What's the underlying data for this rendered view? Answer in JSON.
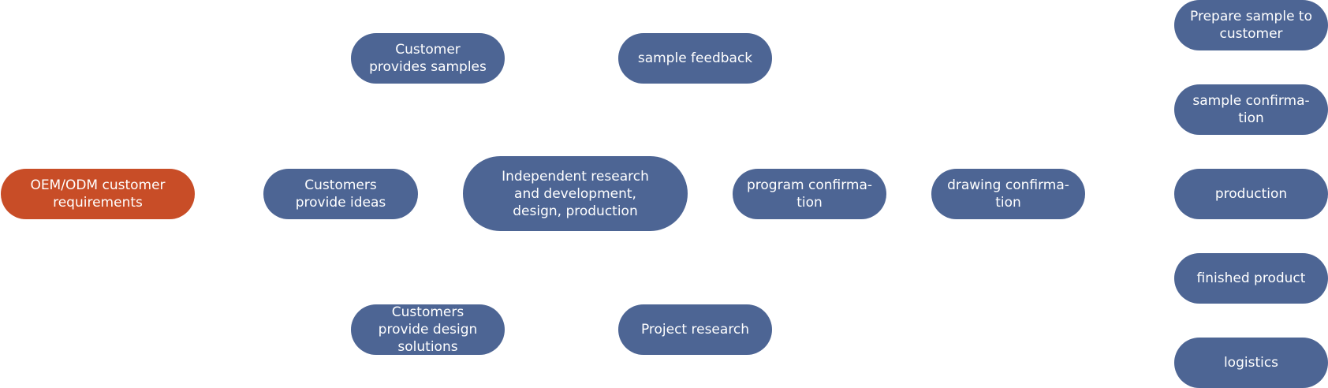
{
  "colors": {
    "node": "#4d6594",
    "accent": "#c84d27",
    "text": "#ffffff",
    "background": "#ffffff"
  },
  "nodes": {
    "oem_odm": "OEM/ODM customer requirements",
    "customer_samples": "Customer provides samples",
    "customer_ideas": "Customers provide ideas",
    "customer_design": "Customers provide design solutions",
    "independent_rd": "Independent research and development, design, production",
    "sample_feedback": "sample feedback",
    "project_research": "Project research",
    "program_confirmation": "program confirma-tion",
    "drawing_confirmation": "drawing confirma-tion",
    "prepare_sample": "Prepare sample to customer",
    "sample_confirmation": "sample confirma-tion",
    "production": "production",
    "finished_product": "finished product",
    "logistics": "logistics"
  }
}
